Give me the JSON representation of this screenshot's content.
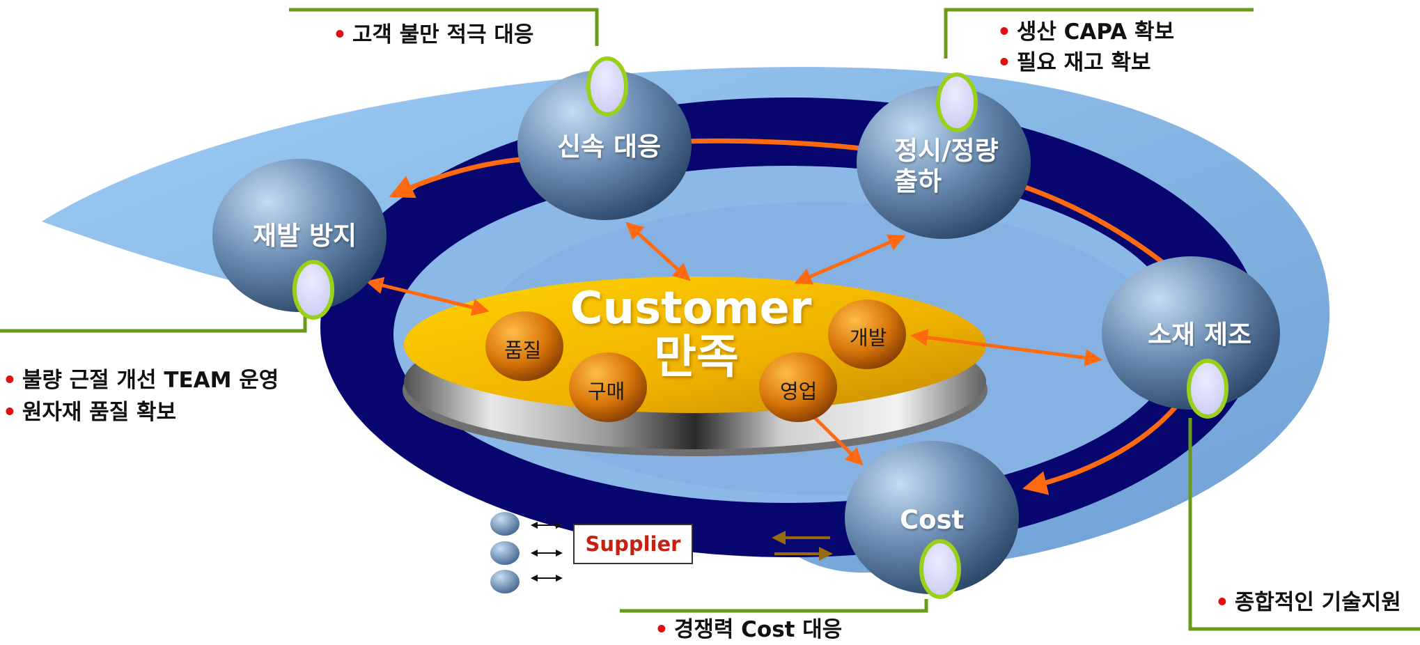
{
  "center": {
    "title_line1": "Customer",
    "title_line2": "만족",
    "departments": [
      "품질",
      "구매",
      "영업",
      "개발"
    ]
  },
  "nodes": {
    "rapid_response": "신속 대응",
    "timely_shipment": "정시/정량\n출하",
    "recurrence_prevention": "재발 방지",
    "material_manufacturing": "소재 제조",
    "cost": "Cost"
  },
  "notes": {
    "top_left": [
      "고객 불만 적극 대응"
    ],
    "top_right": [
      "생산 CAPA 확보",
      "필요 재고 확보"
    ],
    "left": [
      "불량 근절 개선 TEAM 운영",
      "원자재 품질 확보"
    ],
    "bottom": [
      "경쟁력 Cost 대응"
    ],
    "right": [
      "종합적인 기술지원"
    ],
    "bullet": "•"
  },
  "supplier": {
    "label": "Supplier"
  },
  "colors": {
    "sky": "#8fc2ef",
    "track": "#06066e",
    "orange_arrow": "#ff6a10",
    "green_leader": "#6a9a1a",
    "lime_ring": "#9ad01a",
    "lavender": "#d6d6fa",
    "gold": "#f2b800",
    "brown_arrow": "#9a6a10"
  }
}
